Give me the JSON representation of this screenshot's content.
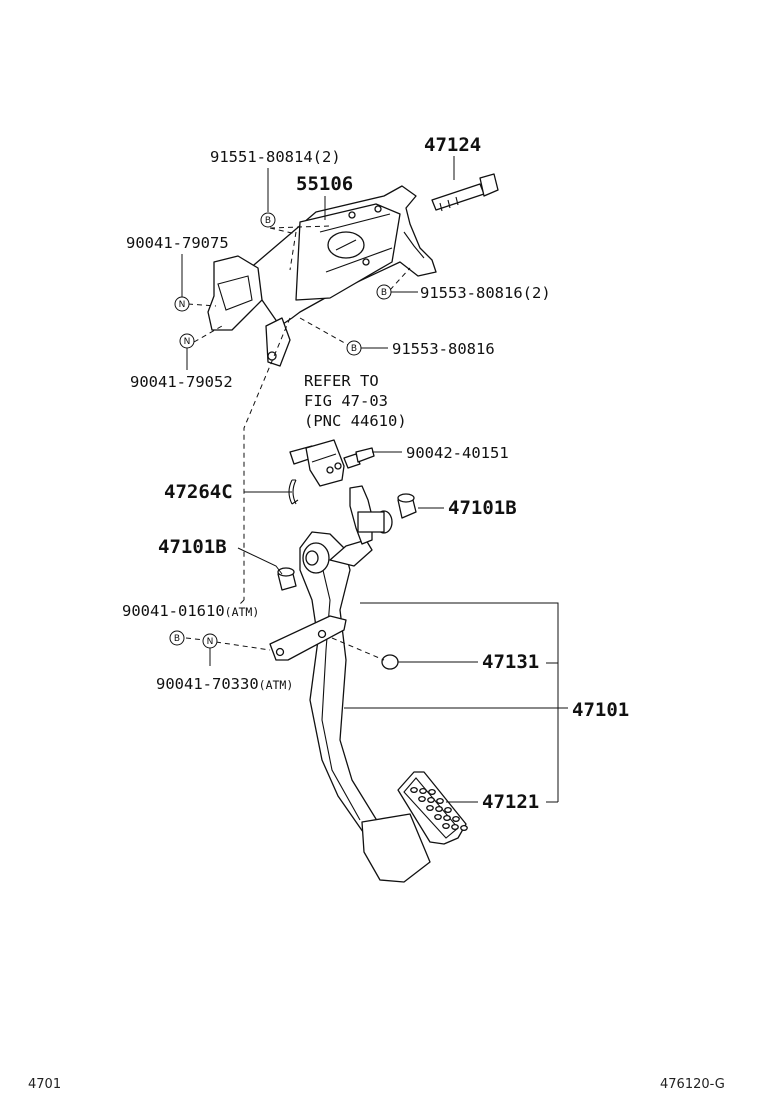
{
  "parts": {
    "p55106": "55106",
    "p47124": "47124",
    "p91551": "91551-80814(2)",
    "p90041_79075": "90041-79075",
    "p91553_2": "91553-80816(2)",
    "p91553": "91553-80816",
    "p90041_79052": "90041-79052",
    "p90042": "90042-40151",
    "p47264C": "47264C",
    "p47101B_right": "47101B",
    "p47101B_left": "47101B",
    "p90041_01610": "90041-01610",
    "p90041_70330": "90041-70330",
    "atm": "(ATM)",
    "p47131": "47131",
    "p47101": "47101",
    "p47121": "47121"
  },
  "refer_note": {
    "line1": "REFER TO",
    "line2": "FIG 47-03",
    "line3": "(PNC 44610)"
  },
  "markers": {
    "bolt": "B",
    "nut": "N"
  },
  "footer": {
    "left": "4701",
    "right": "476120-G"
  }
}
